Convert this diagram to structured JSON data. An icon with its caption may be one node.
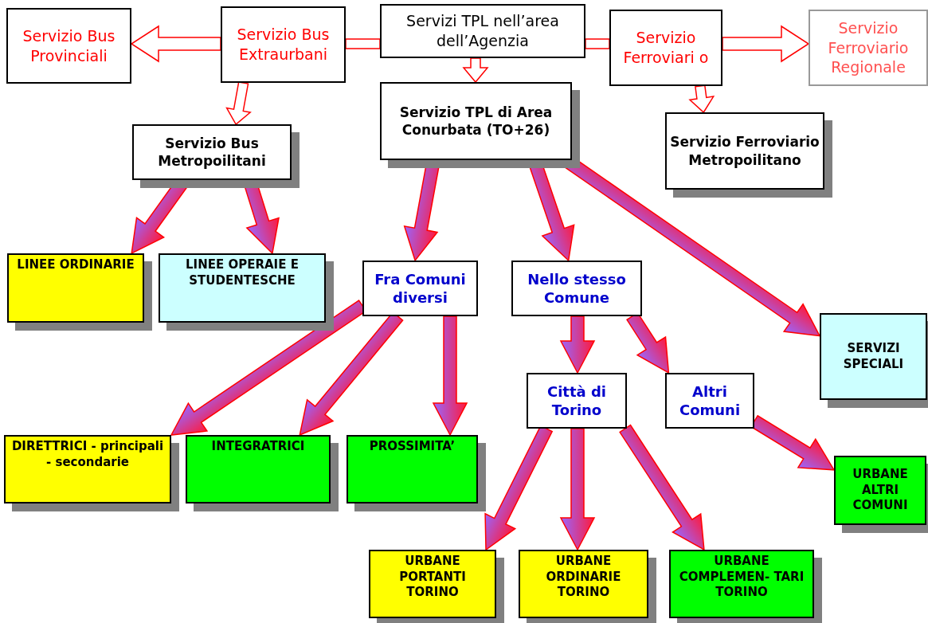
{
  "diagram": {
    "nodes": [
      {
        "text": [
          "Servizi TPL nell’area dell’Agenzia"
        ]
      },
      {
        "text": [
          "Servizio Bus Extraurbani"
        ]
      },
      {
        "text": [
          "Servizio Bus Provinciali"
        ]
      },
      {
        "text": [
          "Servizio Ferroviari o"
        ]
      },
      {
        "text": [
          "Servizio Ferroviario Regionale"
        ]
      },
      {
        "text": [
          "Servizio TPL di Area Conurbata (TO+26)"
        ]
      },
      {
        "text": [
          "Servizio Bus Metropoilitani"
        ]
      },
      {
        "text": [
          "Servizio Ferroviario Metropoilitano"
        ]
      },
      {
        "text": [
          "LINEE ORDINARIE"
        ]
      },
      {
        "text": [
          "LINEE OPERAIE E STUDENTESCHE"
        ]
      },
      {
        "text": [
          "Fra Comuni diversi"
        ]
      },
      {
        "text": [
          "Nello stesso Comune"
        ]
      },
      {
        "text": [
          "SERVIZI SPECIALI"
        ]
      },
      {
        "text": [
          "Città di Torino"
        ]
      },
      {
        "text": [
          "Altri Comuni"
        ]
      },
      {
        "text": [
          "DIRETTRICI - principali - secondarie"
        ]
      },
      {
        "text": [
          "INTEGRATRICI"
        ]
      },
      {
        "text": [
          "PROSSIMITA’"
        ]
      },
      {
        "text": [
          "URBANE ALTRI COMUNI"
        ]
      },
      {
        "text": [
          "URBANE PORTANTI TORINO"
        ]
      },
      {
        "text": [
          "URBANE ORDINARIE TORINO"
        ]
      },
      {
        "text": [
          "URBANE COMPLEMEN- TARI TORINO"
        ]
      }
    ],
    "edges": [
      {
        "from": 0,
        "to": 1,
        "arrow": "none"
      },
      {
        "from": 1,
        "to": 2,
        "arrow": "to"
      },
      {
        "from": 0,
        "to": 3,
        "arrow": "none"
      },
      {
        "from": 3,
        "to": 4,
        "arrow": "to"
      },
      {
        "from": 0,
        "to": 5,
        "arrow": "to"
      },
      {
        "from": 1,
        "to": 6,
        "arrow": "to"
      },
      {
        "from": 3,
        "to": 7,
        "arrow": "to"
      },
      {
        "from": 6,
        "to": 8,
        "arrow": "to",
        "style": "thick"
      },
      {
        "from": 6,
        "to": 9,
        "arrow": "to",
        "style": "thick"
      },
      {
        "from": 5,
        "to": 10,
        "arrow": "to",
        "style": "thick"
      },
      {
        "from": 5,
        "to": 11,
        "arrow": "to",
        "style": "thick"
      },
      {
        "from": 5,
        "to": 12,
        "arrow": "to",
        "style": "thick"
      },
      {
        "from": 10,
        "to": 15,
        "arrow": "to",
        "style": "thick"
      },
      {
        "from": 10,
        "to": 16,
        "arrow": "to",
        "style": "thick"
      },
      {
        "from": 10,
        "to": 17,
        "arrow": "to",
        "style": "thick"
      },
      {
        "from": 11,
        "to": 13,
        "arrow": "to",
        "style": "thick"
      },
      {
        "from": 11,
        "to": 14,
        "arrow": "to",
        "style": "thick"
      },
      {
        "from": 13,
        "to": 19,
        "arrow": "to",
        "style": "thick"
      },
      {
        "from": 13,
        "to": 20,
        "arrow": "to",
        "style": "thick"
      },
      {
        "from": 13,
        "to": 21,
        "arrow": "to",
        "style": "thick"
      },
      {
        "from": 14,
        "to": 18,
        "arrow": "to",
        "style": "thick"
      }
    ]
  }
}
